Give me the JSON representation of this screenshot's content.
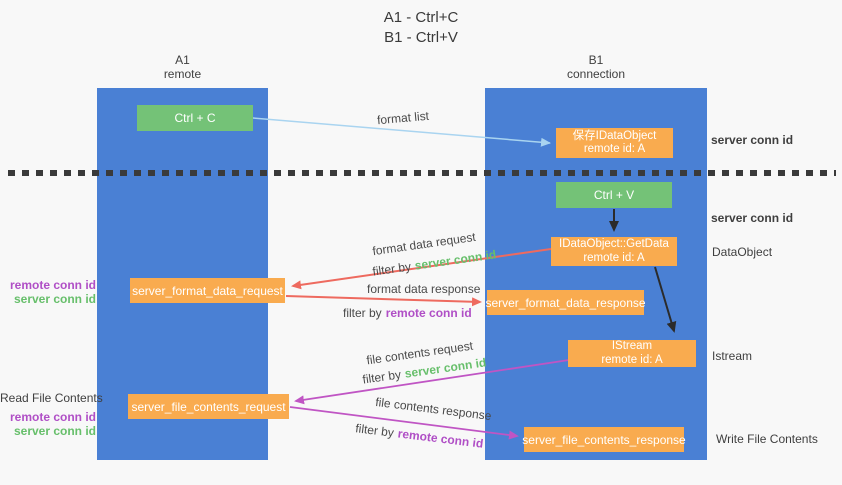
{
  "title": {
    "line1": "A1 - Ctrl+C",
    "line2": "B1 - Ctrl+V"
  },
  "lanes": {
    "left": {
      "title": "A1",
      "subtitle": "remote"
    },
    "right": {
      "title": "B1",
      "subtitle": "connection"
    }
  },
  "boxes": {
    "ctrl_c": {
      "label": "Ctrl + C"
    },
    "save_dataobject": {
      "line1": "保存IDataObject",
      "line2": "remote id: A"
    },
    "ctrl_v": {
      "label": "Ctrl + V"
    },
    "getdata": {
      "line1": "IDataObject::GetData",
      "line2": "remote id: A"
    },
    "format_request": {
      "label": "server_format_data_request"
    },
    "format_response": {
      "label": "server_format_data_response"
    },
    "istream": {
      "line1": "IStream",
      "line2": "remote id: A"
    },
    "file_request": {
      "label": "server_file_contents_request"
    },
    "file_response": {
      "label": "server_file_contents_response"
    }
  },
  "flow_labels": {
    "format_list": "format list",
    "format_data_request": "format data request",
    "format_data_response": "format data response",
    "file_contents_request": "file contents request",
    "file_contents_response": "file contents response",
    "filter_by": "filter by",
    "server_conn_id": "server conn id",
    "remote_conn_id": "remote conn id"
  },
  "side_labels": {
    "server_conn_id_top": "server conn id",
    "server_conn_id_mid": "server conn id",
    "dataobject": "DataObject",
    "istream": "Istream",
    "read_file_contents": "Read File Contents",
    "write_file_contents": "Write File Contents",
    "remote_conn_id": "remote conn id",
    "server_conn_id": "server conn id"
  },
  "colors": {
    "lane_blue": "#4a80d4",
    "box_orange": "#f9ab4f",
    "box_green": "#74c277",
    "green_text": "#67bf6b",
    "purple_text": "#b04fc6",
    "red_arrow": "#ee6a5f",
    "magenta_arrow": "#c055c4",
    "blue_arrow": "#a9d4f0"
  }
}
